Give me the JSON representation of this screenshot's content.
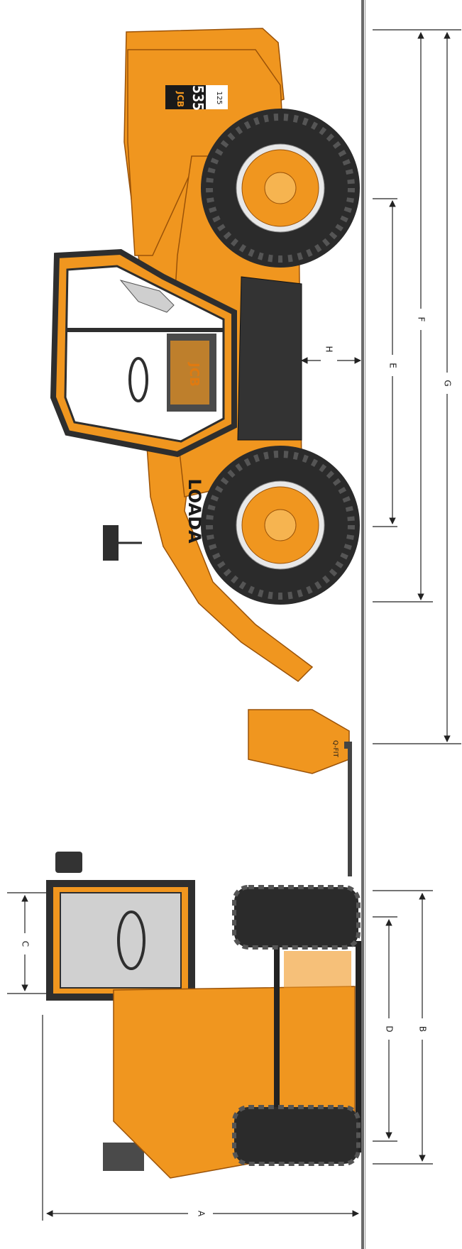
{
  "colors": {
    "body": "#f0961f",
    "body_dark": "#c86e10",
    "tyre": "#2b2b2b",
    "tread": "#4a4a4a",
    "frame": "#2e2e2e",
    "ground": "#555555",
    "dim_line": "#222222",
    "bg": "#ffffff"
  },
  "model_badge": {
    "brand": "JCB",
    "number": "535",
    "sub": "125"
  },
  "cab_logo": "JCB",
  "boom_text": "LOADA",
  "carriage_text": "Q-FIT",
  "dimensions": {
    "a": "A",
    "b": "B",
    "c": "C",
    "d": "D",
    "e": "E",
    "f": "F",
    "g": "G",
    "h": "H"
  }
}
